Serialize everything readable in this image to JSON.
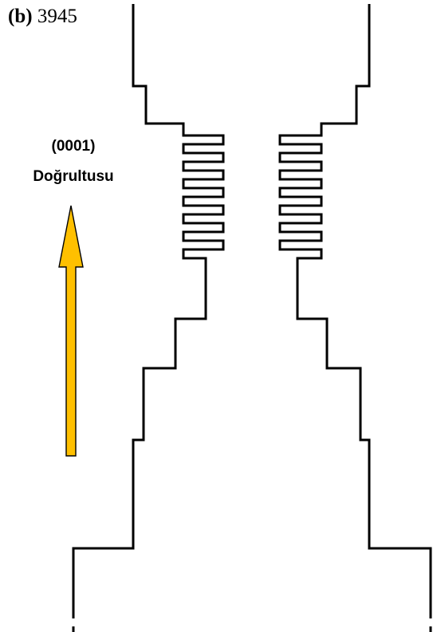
{
  "panel": {
    "letter": "(b)",
    "number": "3945"
  },
  "direction": {
    "line1": "(0001)",
    "line2": "Doğrultusu"
  },
  "colors": {
    "arrow_fill": "#FFC000",
    "outline": "#000000"
  }
}
